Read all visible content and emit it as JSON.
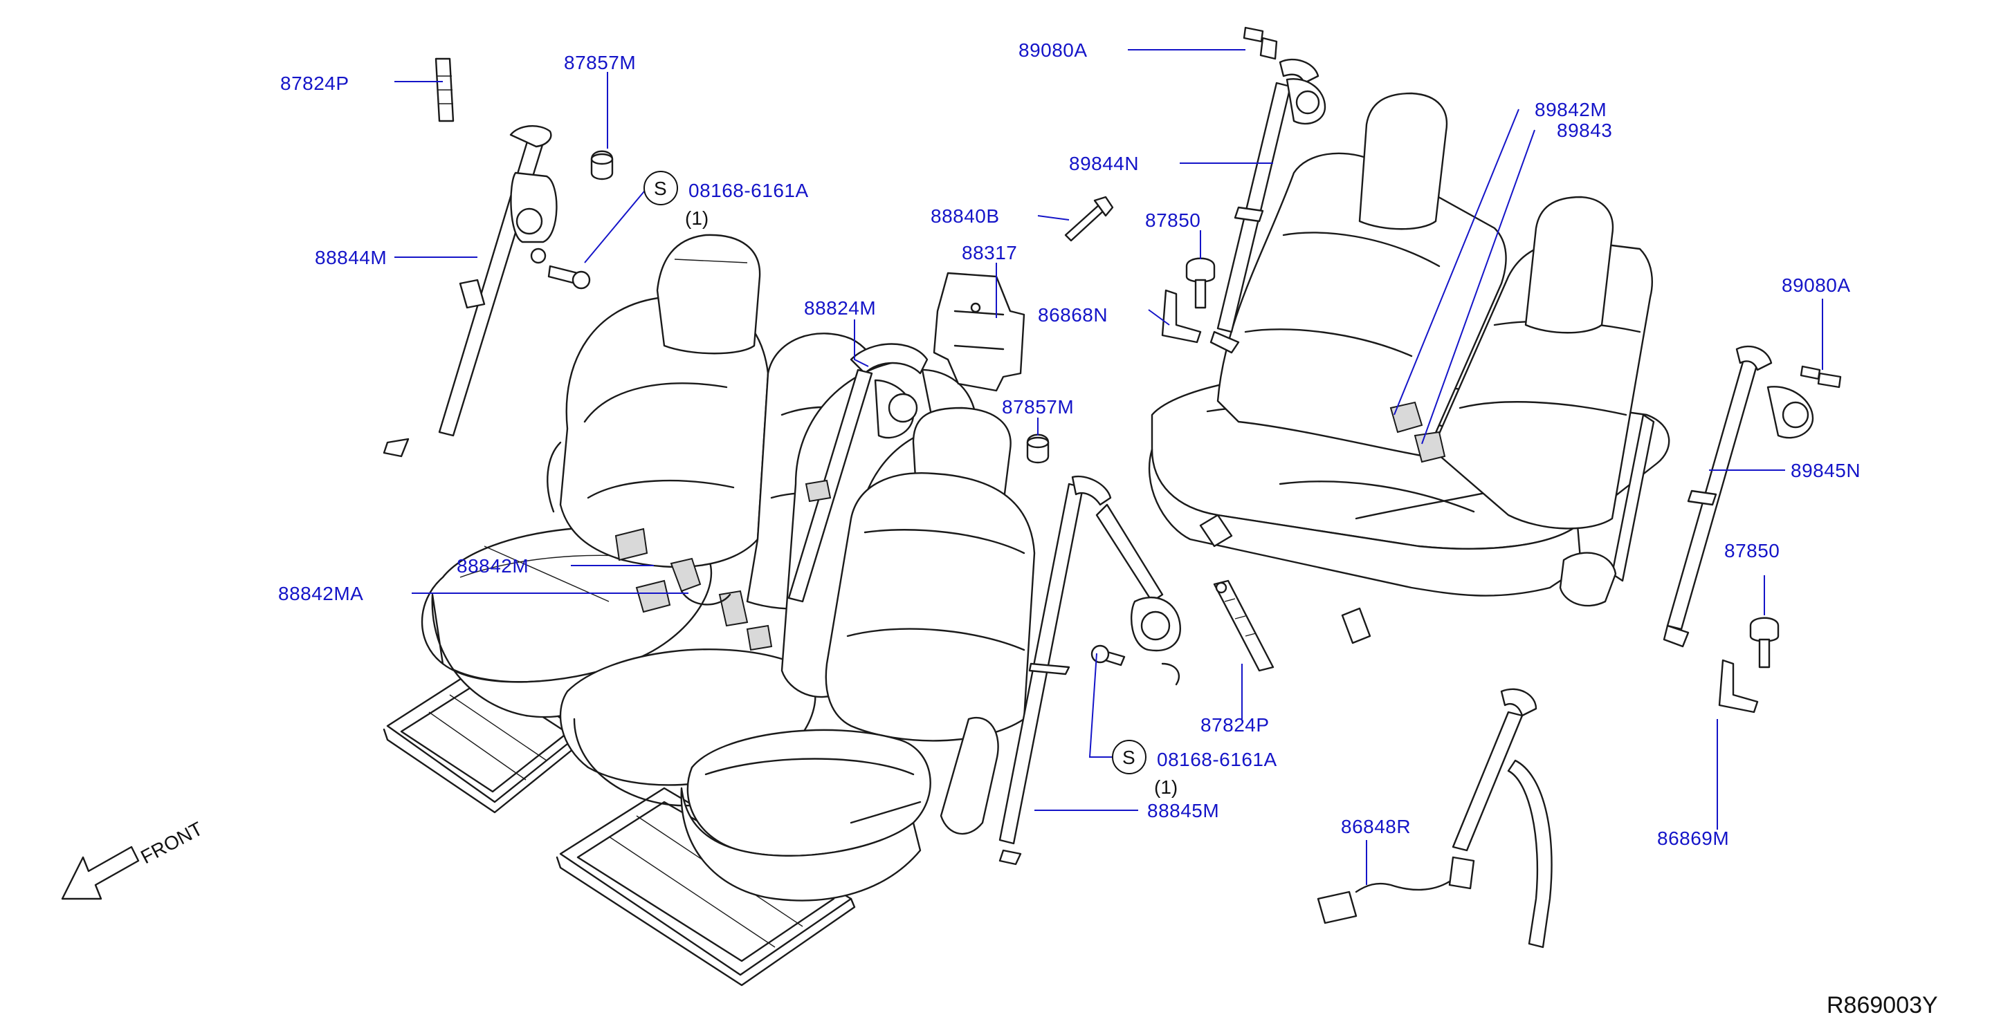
{
  "diagram": {
    "drawing_number": "R869003Y",
    "direction_label": "FRONT",
    "callouts": {
      "p87824P_top": "87824P",
      "p87857M_top": "87857M",
      "s_mark_top": "S",
      "p08168_top": "08168-6161A",
      "qty_top": "(1)",
      "p88844M": "88844M",
      "p88842M": "88842M",
      "p88842MA": "88842MA",
      "p88824M": "88824M",
      "p88840B": "88840B",
      "p88317": "88317",
      "p86868N": "86868N",
      "p87857M_mid": "87857M",
      "p87850_mid": "87850",
      "p89080A_top": "89080A",
      "p89844N": "89844N",
      "p89842M": "89842M",
      "p89843": "89843",
      "p89080A_right": "89080A",
      "p89845N": "89845N",
      "p87850_right": "87850",
      "p86869M": "86869M",
      "p87824P_mid": "87824P",
      "s_mark_mid": "S",
      "p08168_mid": "08168-6161A",
      "qty_mid": "(1)",
      "p88845M": "88845M",
      "p86848R": "86848R"
    }
  }
}
